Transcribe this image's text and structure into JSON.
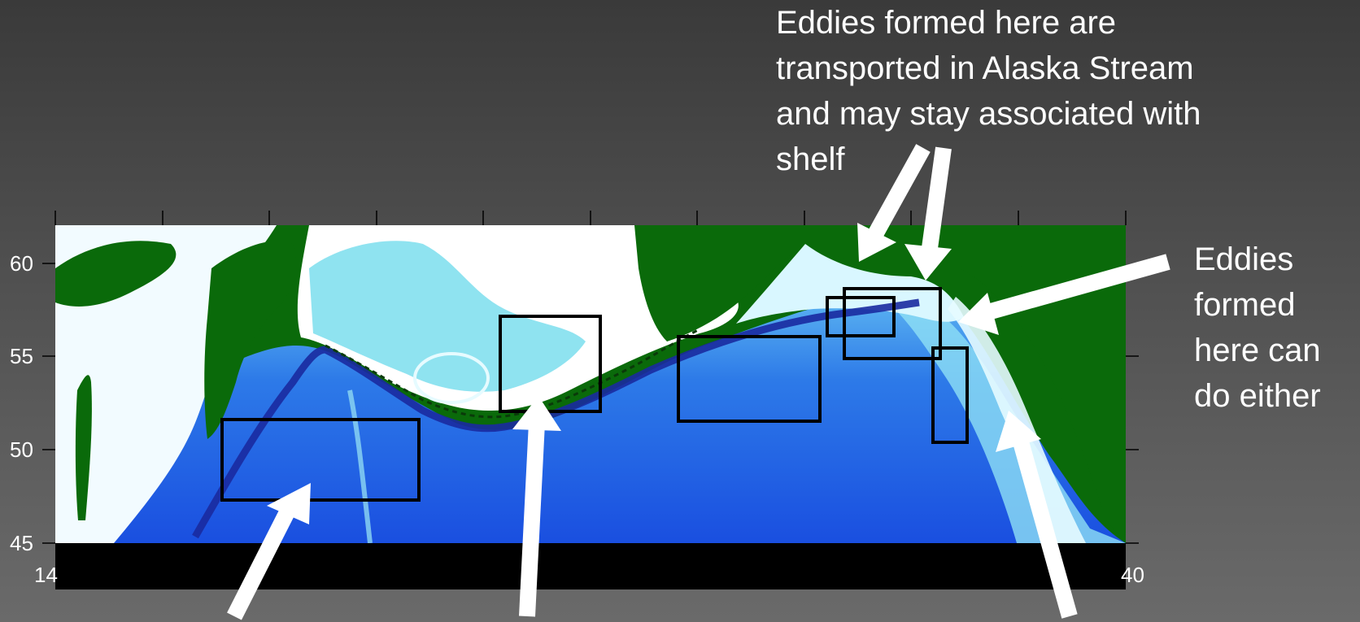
{
  "annotations": {
    "top_lines": [
      "Eddies formed here are",
      "transported in Alaska Stream",
      "and may stay associated with",
      "shelf"
    ],
    "right_lines": [
      "Eddies",
      "formed",
      "here can",
      "do either"
    ]
  },
  "map": {
    "y_ticks": [
      "60",
      "55",
      "50",
      "45"
    ],
    "x_tick_left": "14",
    "x_tick_right": "40",
    "colors": {
      "land": "#0a6a0a",
      "shallow": "#ffffff",
      "shelf": "#9fe6f2",
      "ocean": "#2a64e6",
      "deep": "#1030b8",
      "bottom_bar": "#000000",
      "box": "#000000",
      "arrow": "#ffffff"
    }
  }
}
